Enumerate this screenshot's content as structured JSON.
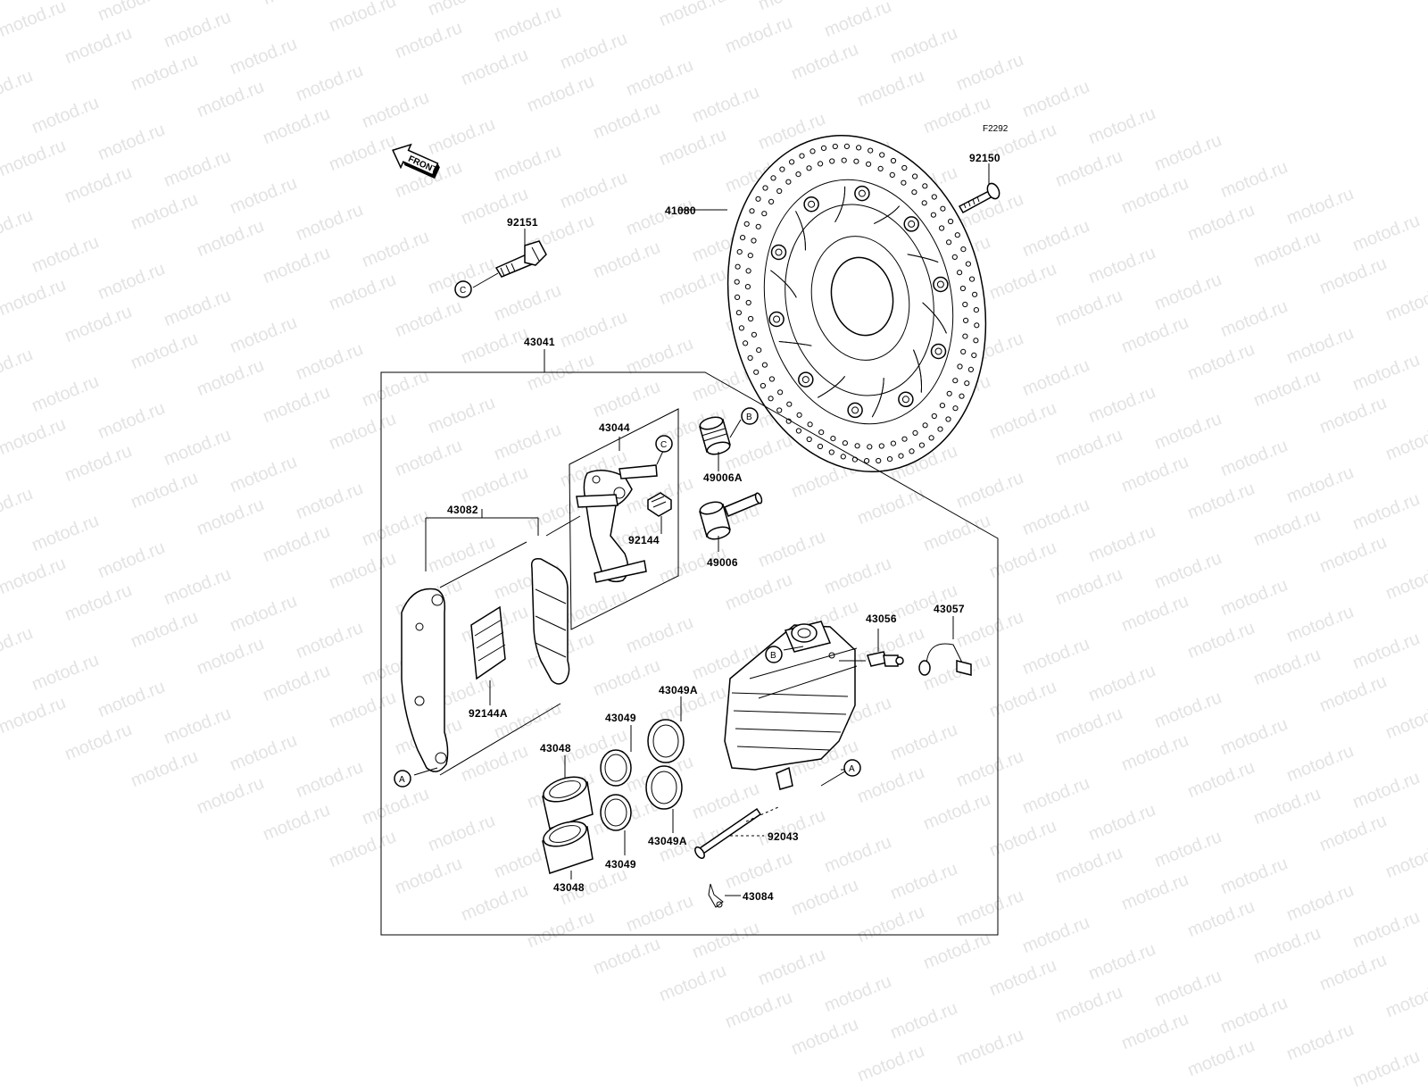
{
  "watermark": {
    "text": "motod.ru"
  },
  "diagram": {
    "ref_code": "F2292",
    "front_label": "FRONT",
    "callouts": {
      "a": "A",
      "b": "B",
      "c": "C"
    },
    "parts": {
      "p92150": "92150",
      "p41080": "41080",
      "p92151": "92151",
      "p43041": "43041",
      "p43044": "43044",
      "p49006A": "49006A",
      "p43082": "43082",
      "p92144": "92144",
      "p49006": "49006",
      "p43056": "43056",
      "p43057": "43057",
      "p92144A": "92144A",
      "p43049A_top": "43049A",
      "p43049_top": "43049",
      "p43048_top": "43048",
      "p92043": "92043",
      "p43049A_bottom": "43049A",
      "p43049_bottom": "43049",
      "p43048_bottom": "43048",
      "p43084": "43084"
    }
  }
}
